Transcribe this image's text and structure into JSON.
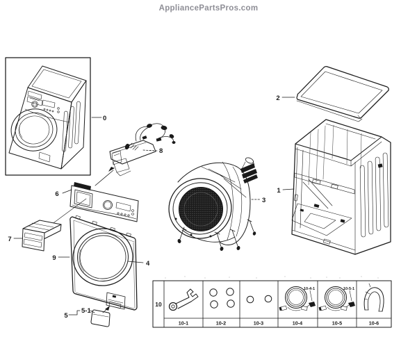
{
  "header": {
    "site_name": "AppliancePartsPros.com"
  },
  "diagram": {
    "labels": {
      "full_assembly": "0",
      "cabinet_frame": "1",
      "top_cover": "2",
      "tub_assembly": "3",
      "door": "4",
      "filter_cover_group": "5",
      "filter_cover": "5-1",
      "control_panel": "6",
      "dispenser_drawer": "7",
      "noise_filter": "8",
      "front_frame": "9"
    },
    "accessory_table": {
      "group_label": "10",
      "cells": [
        {
          "label": "10-1",
          "icon": "spanner-wrench-icon"
        },
        {
          "label": "10-2",
          "icon": "four-cap-bolts-icon"
        },
        {
          "label": "10-3",
          "icon": "two-cap-bolts-icon"
        },
        {
          "label": "10-4",
          "icon": "inlet-hose-icon",
          "sub_label": "10-4-1"
        },
        {
          "label": "10-5",
          "icon": "inlet-hose-icon",
          "sub_label": "10-5-1"
        },
        {
          "label": "10-6",
          "icon": "drain-hose-icon"
        }
      ]
    }
  }
}
